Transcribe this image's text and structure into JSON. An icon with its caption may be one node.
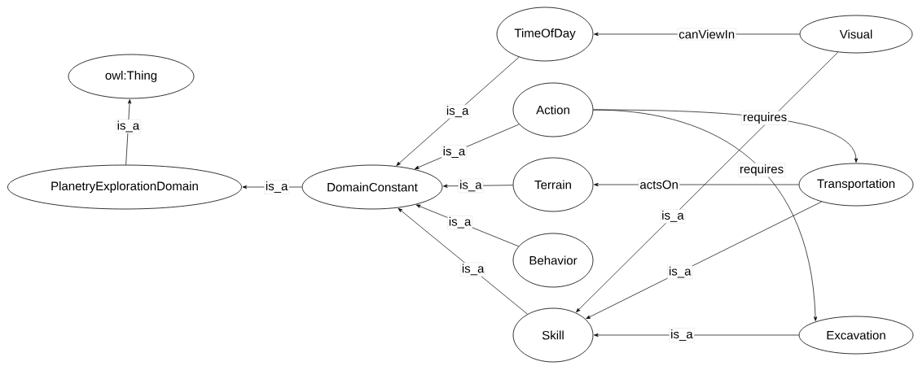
{
  "diagram": {
    "nodes": [
      {
        "text": [
          "owl:Thing"
        ]
      },
      {
        "text": [
          "PlanetryExplorationDomain"
        ]
      },
      {
        "text": [
          "DomainConstant"
        ]
      },
      {
        "text": [
          "TimeOfDay"
        ]
      },
      {
        "text": [
          "Visual"
        ]
      },
      {
        "text": [
          "Action"
        ]
      },
      {
        "text": [
          "Terrain"
        ]
      },
      {
        "text": [
          "Transportation"
        ]
      },
      {
        "text": [
          "Behavior"
        ]
      },
      {
        "text": [
          "Skill"
        ]
      },
      {
        "text": [
          "Excavation"
        ]
      }
    ],
    "edges": [
      {
        "from": 1,
        "to": 0,
        "arrow": "to",
        "label": "is_a"
      },
      {
        "from": 2,
        "to": 1,
        "arrow": "to",
        "label": "is_a"
      },
      {
        "from": 3,
        "to": 2,
        "arrow": "to",
        "label": "is_a"
      },
      {
        "from": 5,
        "to": 2,
        "arrow": "to",
        "label": "is_a"
      },
      {
        "from": 6,
        "to": 2,
        "arrow": "to",
        "label": "is_a"
      },
      {
        "from": 8,
        "to": 2,
        "arrow": "to",
        "label": "is_a"
      },
      {
        "from": 9,
        "to": 2,
        "arrow": "to",
        "label": "is_a"
      },
      {
        "from": 4,
        "to": 3,
        "arrow": "to",
        "label": "canViewIn"
      },
      {
        "from": 4,
        "to": 9,
        "arrow": "to",
        "label": "is_a"
      },
      {
        "from": 7,
        "to": 6,
        "arrow": "to",
        "label": "actsOn"
      },
      {
        "from": 5,
        "to": 7,
        "arrow": "to",
        "label": "requires"
      },
      {
        "from": 5,
        "to": 10,
        "arrow": "to",
        "label": "requires"
      },
      {
        "from": 7,
        "to": 9,
        "arrow": "to",
        "label": "is_a"
      },
      {
        "from": 10,
        "to": 9,
        "arrow": "to",
        "label": "is_a"
      }
    ]
  }
}
